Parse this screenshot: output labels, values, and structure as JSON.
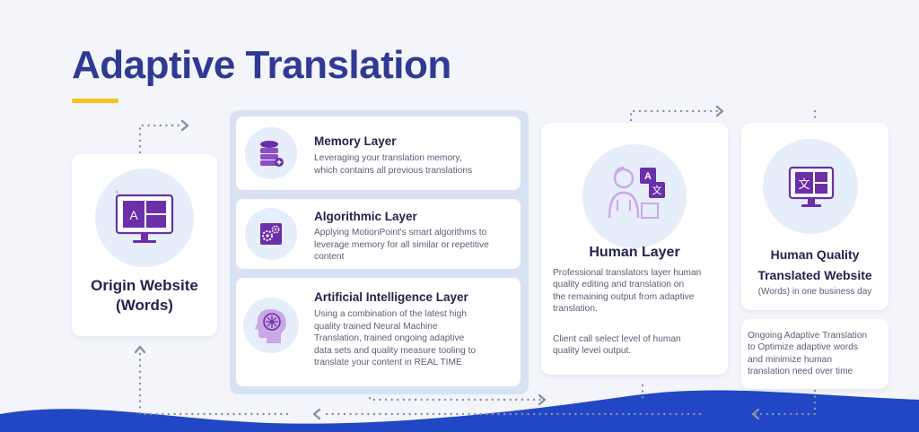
{
  "title": "Adaptive Translation",
  "origin": {
    "label_line1": "Origin Website",
    "label_line2": "(Words)",
    "icon": "monitor-translate-icon",
    "icon_letter": "A"
  },
  "layers": [
    {
      "title": "Memory Layer",
      "desc": [
        "Leveraging your translation memory,",
        "which contains all previous translations"
      ],
      "icon": "database-icon"
    },
    {
      "title": "Algorithmic Layer",
      "desc": [
        "Applying MotionPoint's smart algorithms to",
        "leverage memory for all similar or repetitive",
        "content"
      ],
      "icon": "gears-icon"
    },
    {
      "title": "Artificial Intelligence Layer",
      "desc": [
        "Using a combination of the latest high",
        "quality trained Neural Machine",
        "Translation, trained ongoing adaptive",
        "data sets and quality measure tooling to",
        "translate your content in REAL TIME"
      ],
      "icon": "ai-brain-icon"
    }
  ],
  "human": {
    "title": "Human Layer",
    "desc": [
      "Professional translators layer human",
      "quality editing and translation on",
      "the remaining output from adaptive",
      "translation."
    ],
    "desc2": [
      "Client call select level of human",
      "quality level output."
    ],
    "icon": "translator-person-icon",
    "icon_letters": [
      "A",
      "文"
    ]
  },
  "quality": {
    "title_line1": "Human Quality",
    "title_line2": "Translated Website",
    "subtitle": "(Words) in one business day",
    "icon": "monitor-language-icon",
    "icon_glyph": "文"
  },
  "note": {
    "text": [
      "Ongoing Adaptive Translation",
      "to Optimize adaptive words",
      "and minimize human",
      "translation need over time"
    ]
  },
  "colors": {
    "title": "#2f3a94",
    "accent_yellow": "#f6c319",
    "purple": "#6b2fa8",
    "flow_dots": "#8b8fa3",
    "wave": "#2147c5"
  }
}
